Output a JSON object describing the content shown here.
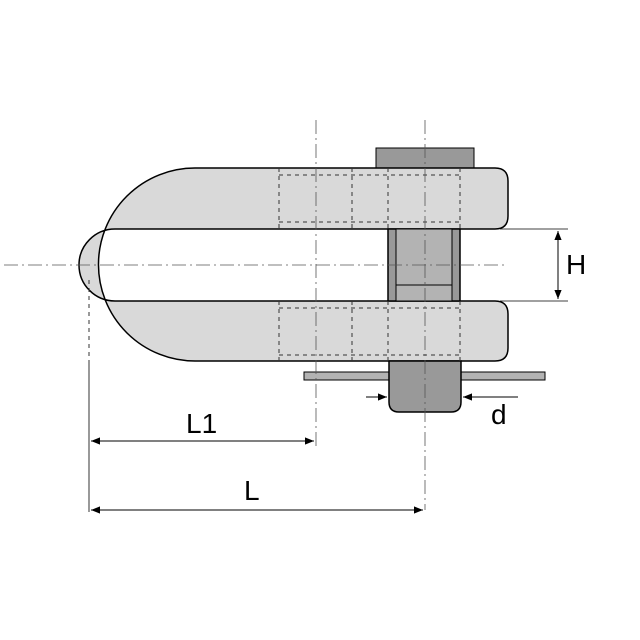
{
  "labels": {
    "h": "H",
    "d": "d",
    "l1": "L1",
    "l": "L"
  },
  "colors": {
    "body_fill": "#d9d9d9",
    "pin_fill": "#999999",
    "pin_inner_fill": "#b3b3b3",
    "outline": "#000000",
    "hidden_line": "#333333",
    "background": "#ffffff"
  }
}
